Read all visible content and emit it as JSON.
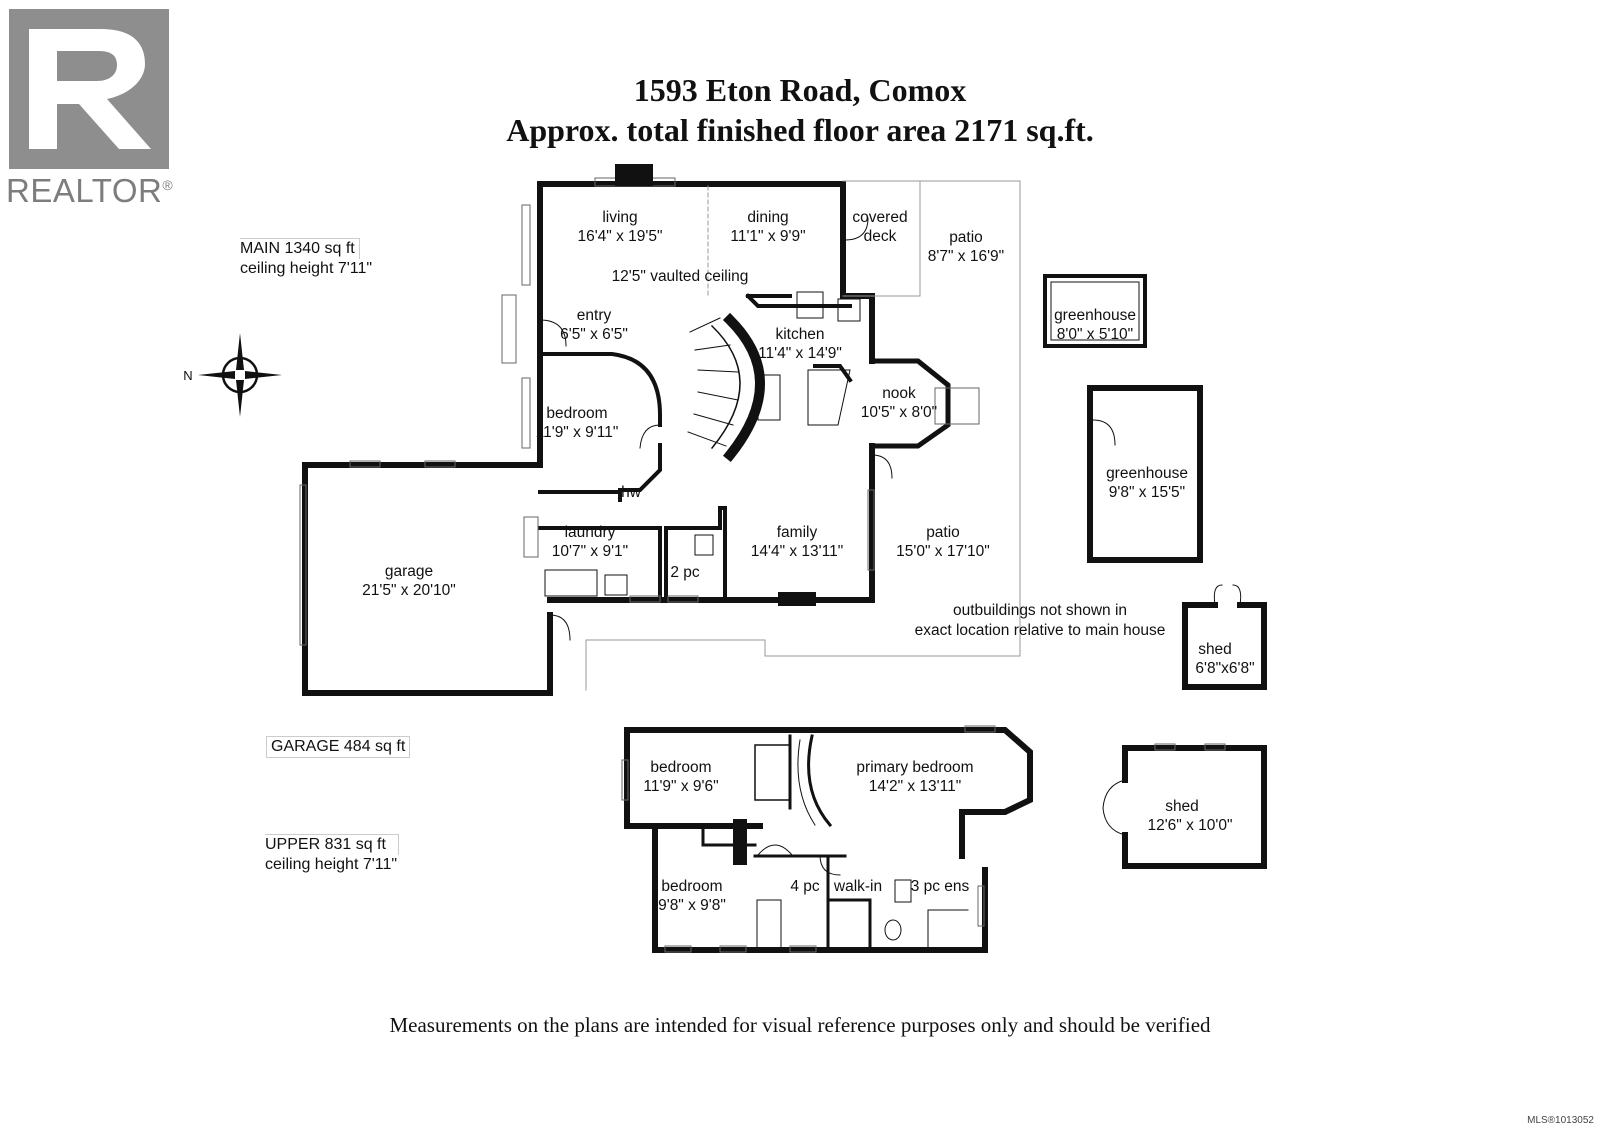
{
  "header": {
    "address": "1593 Eton Road, Comox",
    "area": "Approx. total finished floor area 2171 sq.ft."
  },
  "logo": {
    "text": "REALTOR",
    "mark": "®"
  },
  "compass": {
    "label": "N"
  },
  "info": {
    "main_label": "MAIN  1340 sq ft",
    "main_ceiling": "ceiling height 7'11\"",
    "garage_label": "GARAGE   484 sq ft",
    "upper_label": "UPPER   831 sq ft",
    "upper_ceiling": "ceiling height 7'11\""
  },
  "rooms": {
    "living": {
      "name": "living",
      "size": "16'4\" x 19'5\""
    },
    "dining": {
      "name": "dining",
      "size": "11'1\" x 9'9\""
    },
    "covered_deck": {
      "name": "covered",
      "name2": "deck"
    },
    "patio_top": {
      "name": "patio",
      "size": "8'7\" x 16'9\""
    },
    "vaulted": "12'5\" vaulted ceiling",
    "entry": {
      "name": "entry",
      "size": "6'5\" x 6'5\""
    },
    "kitchen": {
      "name": "kitchen",
      "size": "11'4\" x 14'9\""
    },
    "nook": {
      "name": "nook",
      "size": "10'5\" x 8'0\""
    },
    "bedroom_main": {
      "name": "bedroom",
      "size": "11'9\" x 9'11\""
    },
    "hw": "hw",
    "laundry": {
      "name": "laundry",
      "size": "10'7\" x 9'1\""
    },
    "two_pc": "2 pc",
    "family": {
      "name": "family",
      "size": "14'4\" x 13'11\""
    },
    "patio_side": {
      "name": "patio",
      "size": "15'0\" x 17'10\""
    },
    "garage": {
      "name": "garage",
      "size": "21'5\" x 20'10\""
    },
    "greenhouse_small": {
      "name": "greenhouse",
      "size": "8'0\" x 5'10\""
    },
    "greenhouse_large": {
      "name": "greenhouse",
      "size": "9'8\" x 15'5\""
    },
    "outbuildings_note_1": "outbuildings not shown in",
    "outbuildings_note_2": "exact location relative to main house",
    "shed_small": {
      "name": "shed",
      "size": "6'8\"x6'8\""
    },
    "shed_large": {
      "name": "shed",
      "size": "12'6\" x 10'0\""
    },
    "bedroom_upper_1": {
      "name": "bedroom",
      "size": "11'9\" x 9'6\""
    },
    "primary_bedroom": {
      "name": "primary bedroom",
      "size": "14'2\" x 13'11\""
    },
    "bedroom_upper_2": {
      "name": "bedroom",
      "size": "9'8\" x 9'8\""
    },
    "four_pc": "4 pc",
    "walk_in": "walk-in",
    "three_pc_ens": "3 pc ens"
  },
  "footer": {
    "disclaimer": "Measurements on the plans are intended for visual reference purposes only and should be verified",
    "mls": "MLS®1013052"
  }
}
